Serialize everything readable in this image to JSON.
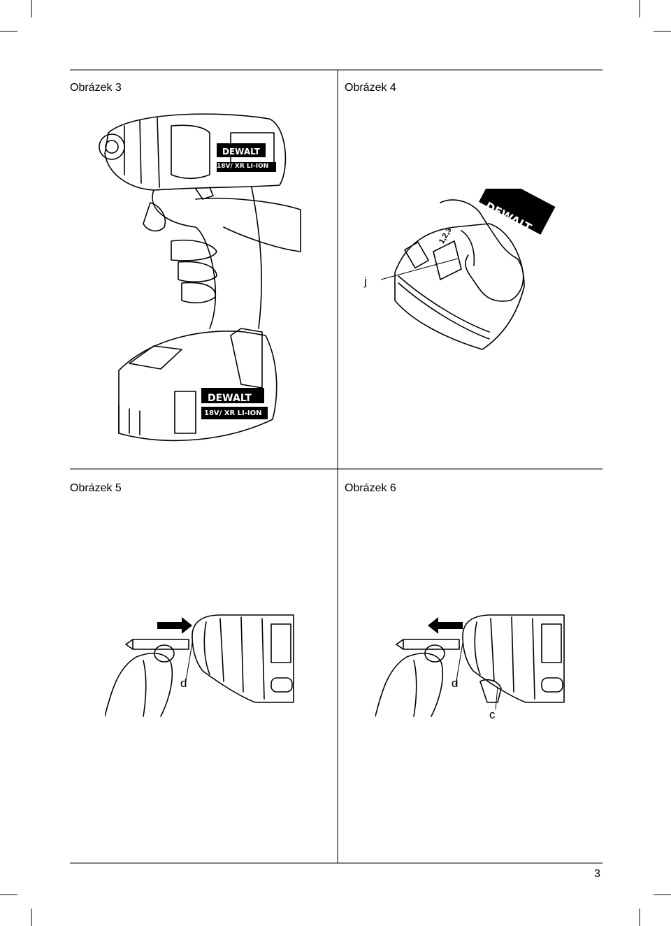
{
  "figures": {
    "fig3": {
      "title": "Obrázek 3",
      "logo_top": "DEWALT",
      "badge_top": "18V/ XR LI-ION",
      "logo_battery": "DEWALT",
      "badge_battery": "18V/ XR LI-ION"
    },
    "fig4": {
      "title": "Obrázek 4",
      "label_j": "j",
      "battery_gauge": "1,2,3",
      "logo": "DEWALT"
    },
    "fig5": {
      "title": "Obrázek 5",
      "label_d": "d"
    },
    "fig6": {
      "title": "Obrázek 6",
      "label_d": "d",
      "label_c": "c"
    }
  },
  "page_number": "3"
}
